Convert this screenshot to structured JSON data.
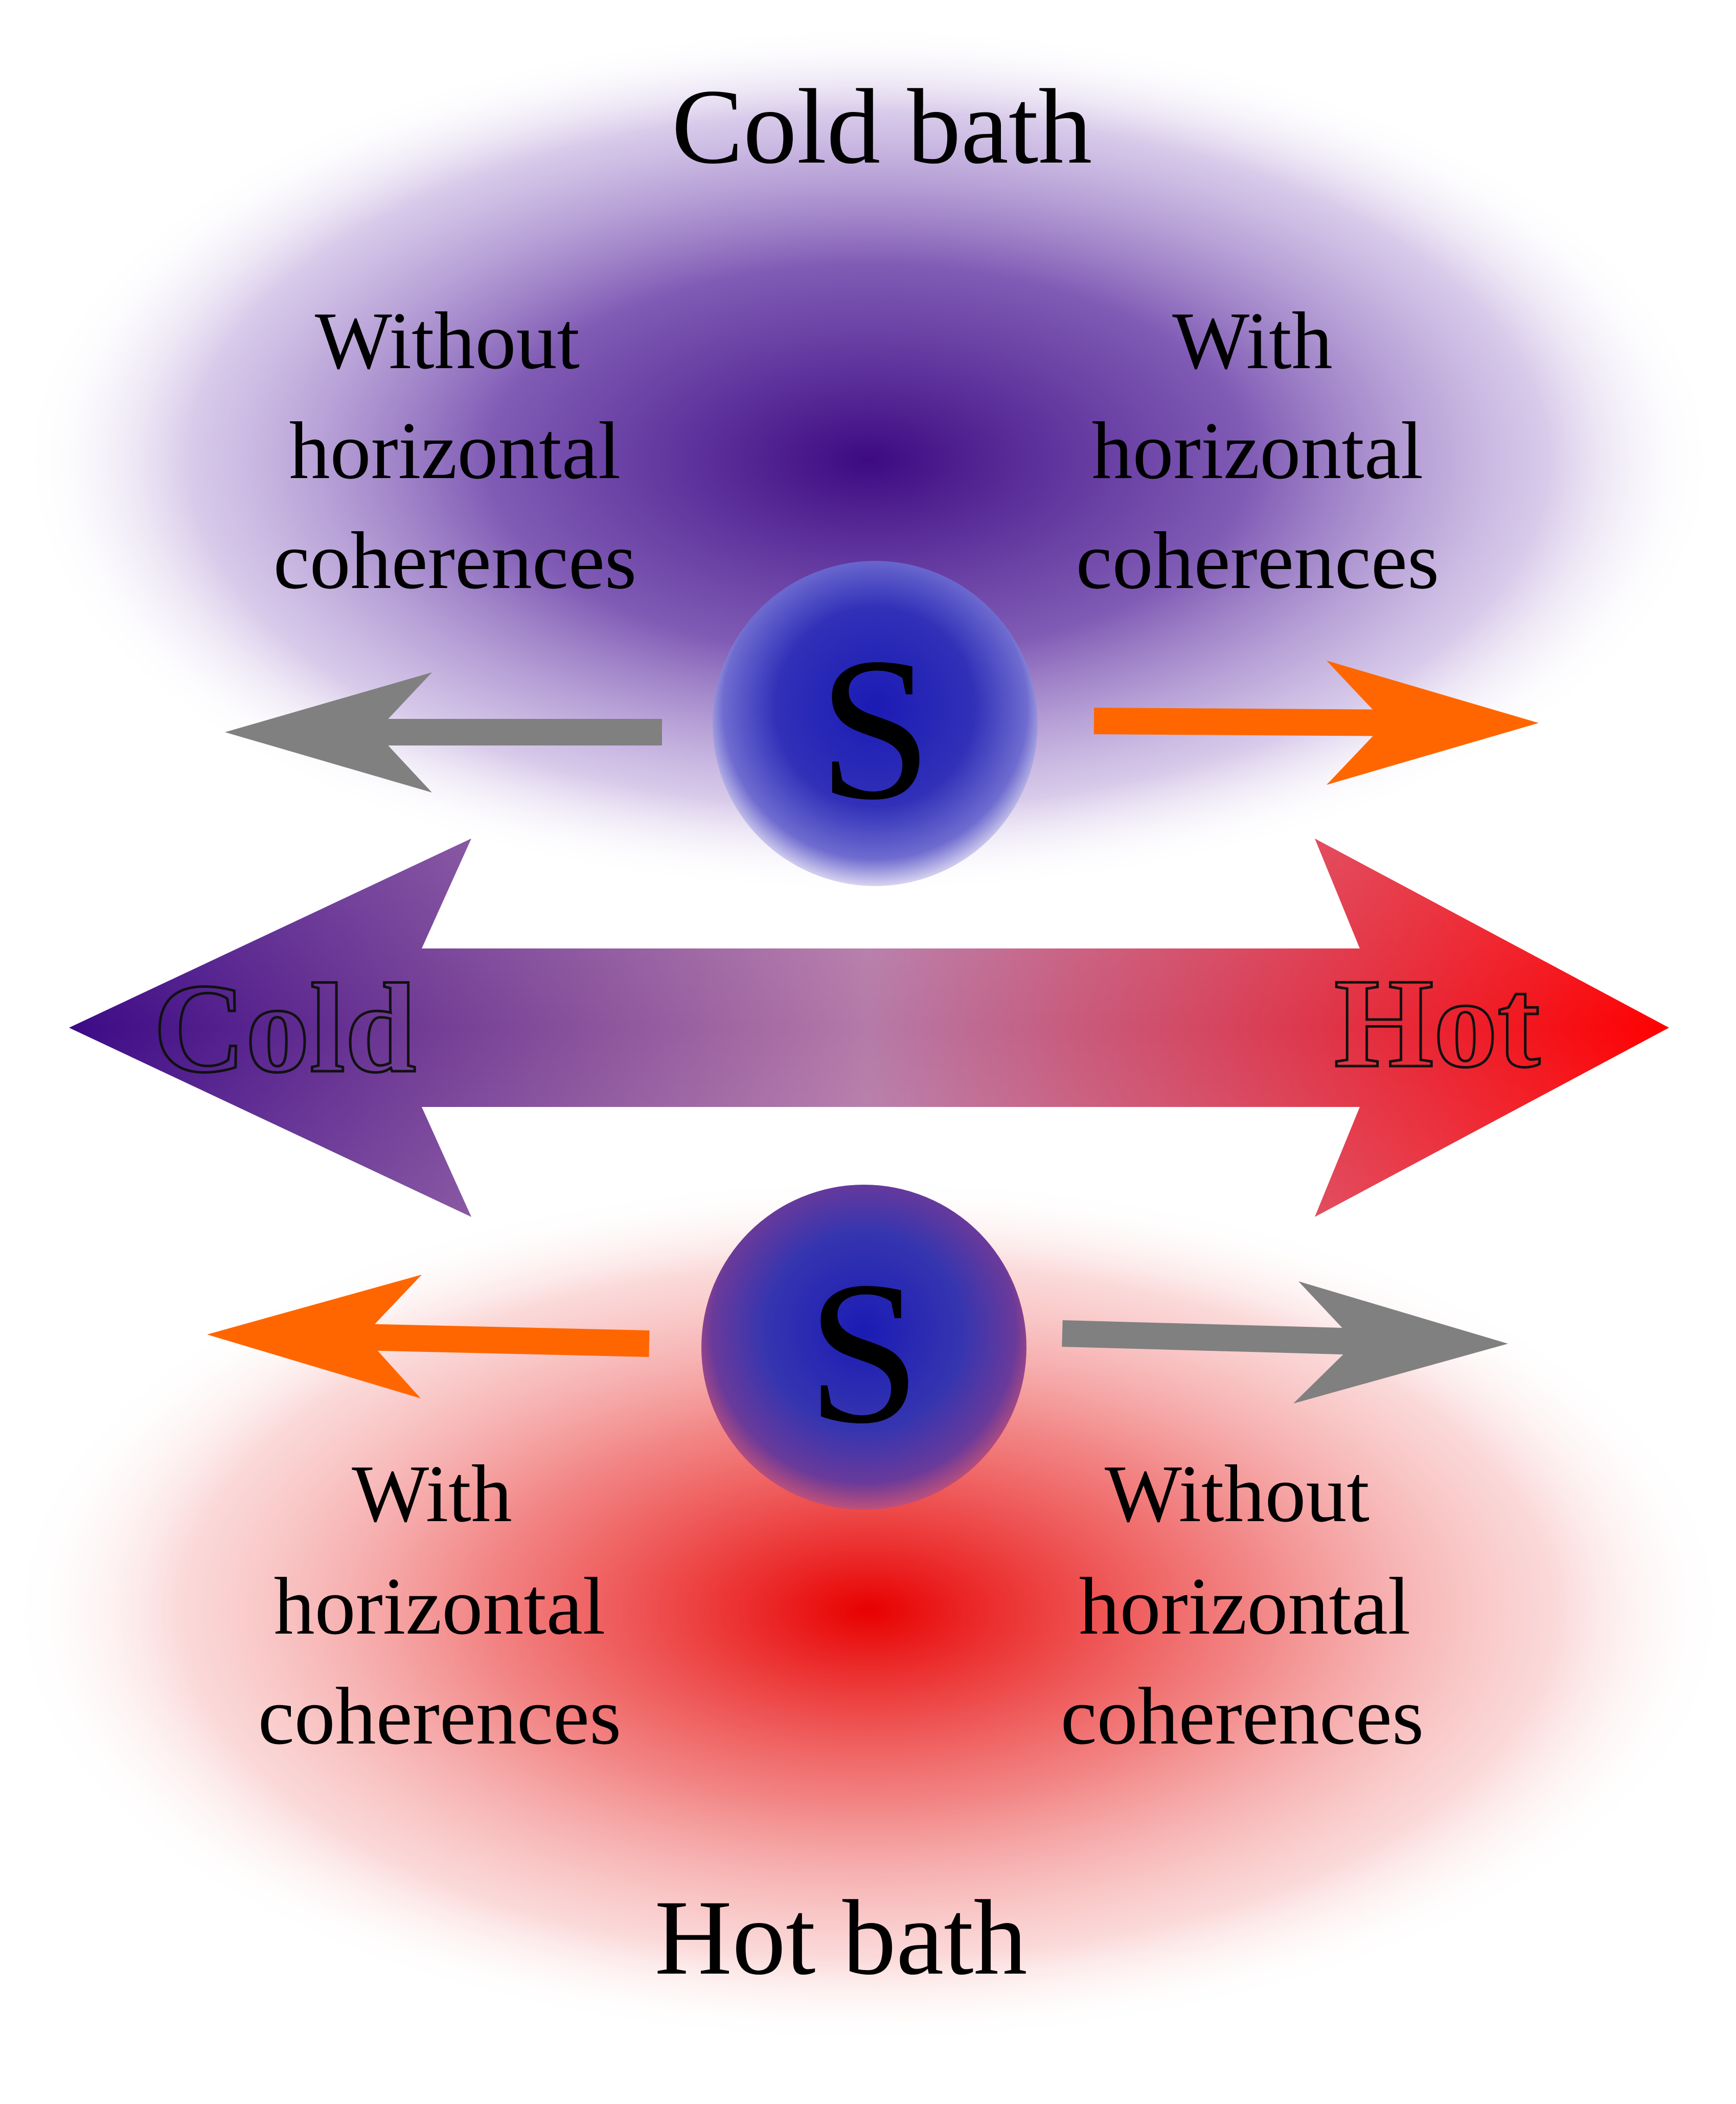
{
  "colors": {
    "cold_center": "#3d0a82",
    "cold_mid": "#6a3fa8",
    "hot_center": "#e80000",
    "hot_mid": "#f07070",
    "system_blue": "#1b1bb5",
    "orange_arrow": "#ff6600",
    "gray_arrow": "#808080",
    "big_arrow_left": "#3c0a86",
    "big_arrow_right": "#ff0000"
  },
  "cold_bath": {
    "title": "Cold bath",
    "left_label": [
      "Without",
      "horizontal",
      "coherences"
    ],
    "right_label": [
      "With",
      "horizontal",
      "coherences"
    ],
    "system_symbol": "S",
    "left_arrow_icon": "gray-left-arrow",
    "right_arrow_icon": "orange-right-arrow"
  },
  "gradient_arrow": {
    "left_label": "Cold",
    "right_label": "Hot"
  },
  "hot_bath": {
    "title": "Hot bath",
    "left_label": [
      "With",
      "horizontal",
      "coherences"
    ],
    "right_label": [
      "Without",
      "horizontal",
      "coherences"
    ],
    "system_symbol": "S",
    "left_arrow_icon": "orange-left-arrow",
    "right_arrow_icon": "gray-right-arrow"
  }
}
